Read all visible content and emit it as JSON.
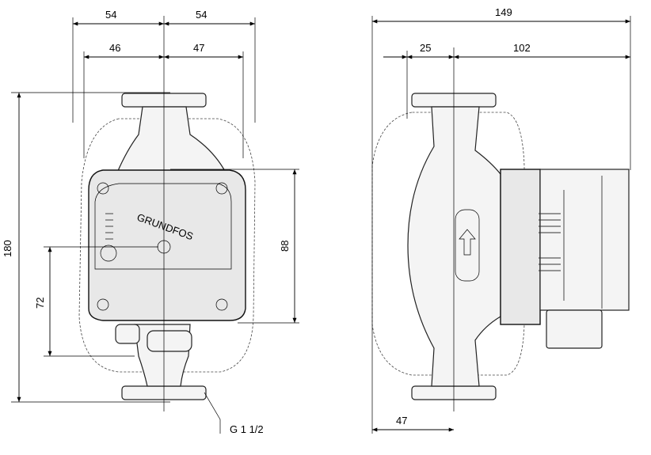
{
  "front_view": {
    "dim_top_left": "54",
    "dim_top_right": "54",
    "dim_inner_left": "46",
    "dim_inner_right": "47",
    "dim_height": "180",
    "dim_motor": "88",
    "dim_port": "72",
    "thread_label": "G 1 1/2",
    "brand": "GRUNDFOS"
  },
  "side_view": {
    "dim_total": "149",
    "dim_left": "25",
    "dim_right": "102",
    "dim_bottom": "47"
  }
}
